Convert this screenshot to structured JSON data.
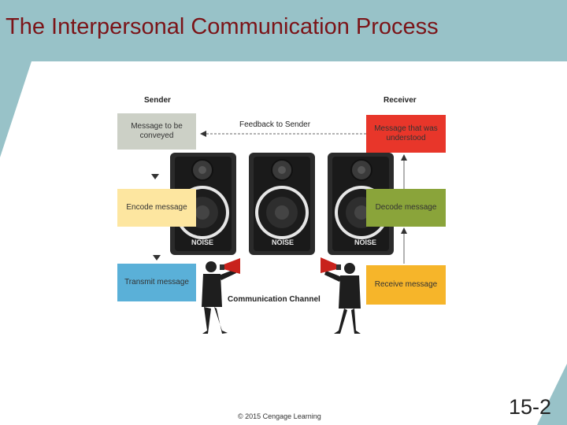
{
  "slide": {
    "title": "The Interpersonal Communication Process",
    "copyright": "© 2015 Cengage Learning",
    "page_number": "15-2"
  },
  "diagram": {
    "sender_label": "Sender",
    "receiver_label": "Receiver",
    "feedback_label": "Feedback to Sender",
    "channel_label": "Communication Channel",
    "noise_label": "NOISE",
    "sender_steps": [
      {
        "label": "Message to be conveyed",
        "color": "#ccd0c6"
      },
      {
        "label": "Encode message",
        "color": "#fde6a0"
      },
      {
        "label": "Transmit message",
        "color": "#5ab0d8"
      }
    ],
    "receiver_steps": [
      {
        "label": "Message that was understood",
        "color": "#e8362a"
      },
      {
        "label": "Decode message",
        "color": "#8aa43a"
      },
      {
        "label": "Receive message",
        "color": "#f6b52a"
      }
    ]
  },
  "colors": {
    "title": "#7b1418",
    "teal_background": "#98c2c8",
    "megaphone": "#c8221c"
  }
}
